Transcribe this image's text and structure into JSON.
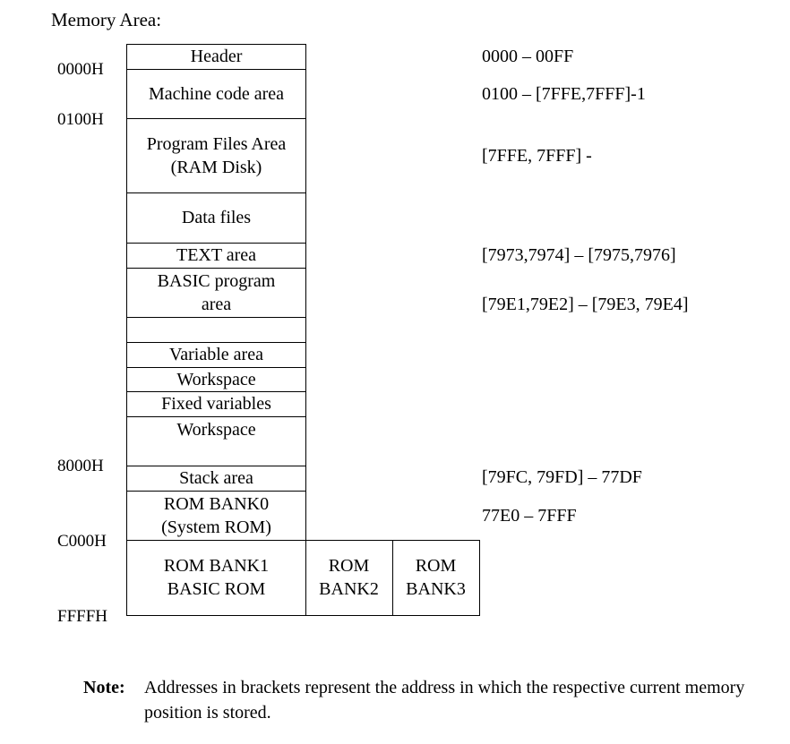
{
  "title": "Memory Area:",
  "addresses": [
    "0000H",
    "0100H",
    "8000H",
    "C000H",
    "FFFFH"
  ],
  "blocks": [
    {
      "lines": [
        "Header"
      ]
    },
    {
      "lines": [
        "Machine code area"
      ]
    },
    {
      "lines": [
        "Program Files Area",
        "(RAM Disk)"
      ]
    },
    {
      "lines": [
        "Data files"
      ]
    },
    {
      "lines": [
        "TEXT area"
      ]
    },
    {
      "lines": [
        "BASIC program",
        "area"
      ]
    },
    {
      "lines": [
        ""
      ]
    },
    {
      "lines": [
        "Variable area"
      ]
    },
    {
      "lines": [
        "Workspace"
      ]
    },
    {
      "lines": [
        "Fixed variables"
      ]
    },
    {
      "lines": [
        "Workspace"
      ]
    },
    {
      "lines": [
        "Stack area"
      ]
    },
    {
      "lines": [
        "ROM BANK0",
        "(System ROM)"
      ]
    }
  ],
  "rom_banks": [
    {
      "lines": [
        "ROM BANK1",
        "BASIC ROM"
      ]
    },
    {
      "lines": [
        "ROM",
        "BANK2"
      ]
    },
    {
      "lines": [
        "ROM",
        "BANK3"
      ]
    }
  ],
  "ranges": [
    "0000 – 00FF",
    "0100 – [7FFE,7FFF]-1",
    "[7FFE, 7FFF] -",
    "[7973,7974] – [7975,7976]",
    "[79E1,79E2] – [79E3, 79E4]",
    "[79FC, 79FD] – 77DF",
    "77E0 – 7FFF"
  ],
  "note": {
    "label": "Note:",
    "text": "Addresses in brackets represent the address in which the respective current memory position is stored."
  }
}
